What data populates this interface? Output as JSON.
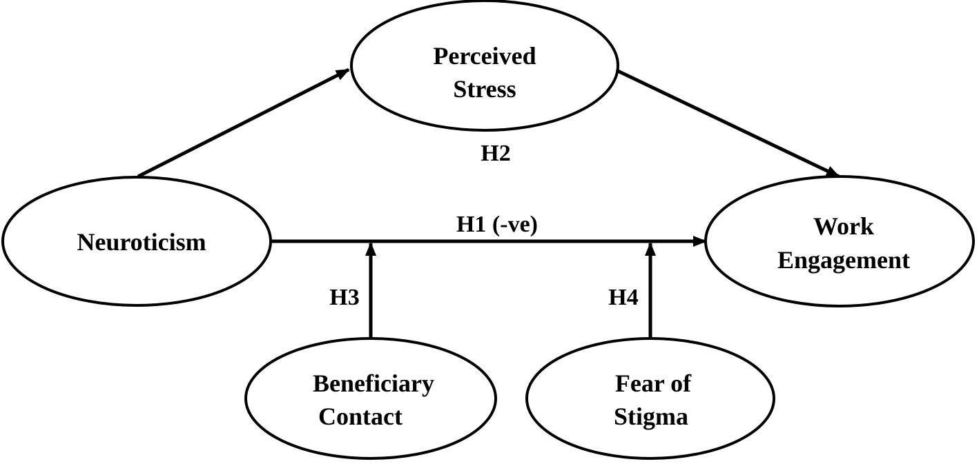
{
  "nodes": {
    "perceived_stress": {
      "lines": [
        "Perceived",
        "Stress"
      ]
    },
    "neuroticism": {
      "lines": [
        "Neuroticism"
      ]
    },
    "work_engagement": {
      "lines": [
        "Work",
        "Engagement"
      ]
    },
    "beneficiary_contact": {
      "lines": [
        "Beneficiary",
        "Contact"
      ]
    },
    "fear_of_stigma": {
      "lines": [
        "Fear of",
        "Stigma"
      ]
    }
  },
  "edges": {
    "h1": {
      "label": "H1 (-ve)"
    },
    "h2": {
      "label": "H2"
    },
    "h3": {
      "label": "H3"
    },
    "h4": {
      "label": "H4"
    }
  },
  "colors": {
    "stroke": "#000000",
    "fill": "#ffffff",
    "background": "#ffffff"
  }
}
